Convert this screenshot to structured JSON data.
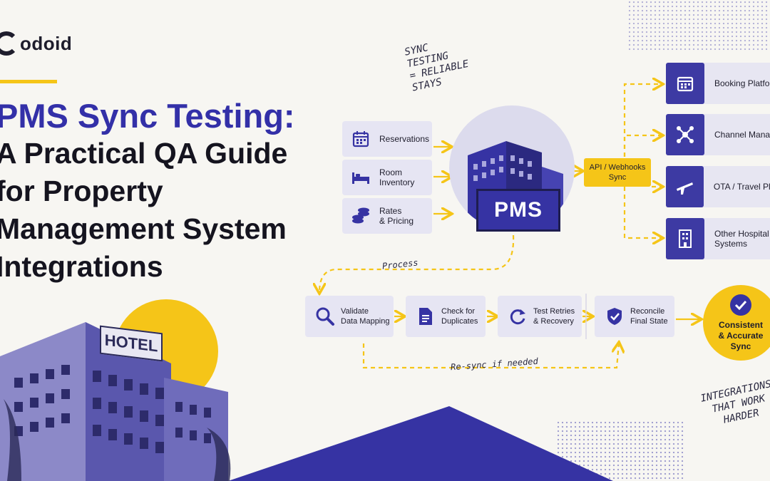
{
  "brand": {
    "logo_text": "odoid"
  },
  "title": {
    "line1": "PMS Sync Testing:",
    "line2": "A Practical QA Guide",
    "line3": "for Property",
    "line4": "Management System",
    "line5": "Integrations"
  },
  "note_top": [
    "SYNC",
    "TESTING",
    "= RELIABLE",
    "STAYS"
  ],
  "note_bottom": [
    "INTEGRATIONS",
    "THAT WORK",
    "HARDER"
  ],
  "inputs": [
    {
      "label": "Reservations",
      "icon": "calendar-icon"
    },
    {
      "label": "Room\nInventory",
      "icon": "bed-icon"
    },
    {
      "label": "Rates\n& Pricing",
      "icon": "coins-icon"
    }
  ],
  "pms_label": "PMS",
  "api_label": "API / Webhooks\nSync",
  "outputs": [
    {
      "label": "Booking Platfor",
      "icon": "calendar-icon"
    },
    {
      "label": "Channel Manag",
      "icon": "network-icon"
    },
    {
      "label": "OTA / Travel Platf",
      "icon": "airplane-icon"
    },
    {
      "label": "Other Hospital\nSystems",
      "icon": "building-icon"
    }
  ],
  "process_label": "Process",
  "steps": [
    {
      "label": "Validate\nData Mapping",
      "icon": "magnifier-icon"
    },
    {
      "label": "Check for\nDuplicates",
      "icon": "document-icon"
    },
    {
      "label": "Test Retries\n& Recovery",
      "icon": "refresh-icon"
    },
    {
      "label": "Reconcile\nFinal State",
      "icon": "shield-check-icon"
    }
  ],
  "resync_label": "Re-sync if needed",
  "result_label": "Consistent\n& Accurate\nSync",
  "hotel_sign": "HOTEL",
  "colors": {
    "indigo": "#3633a3",
    "yellow": "#f5c518",
    "ink": "#1e1d2c",
    "card": "#e6e5f3"
  }
}
